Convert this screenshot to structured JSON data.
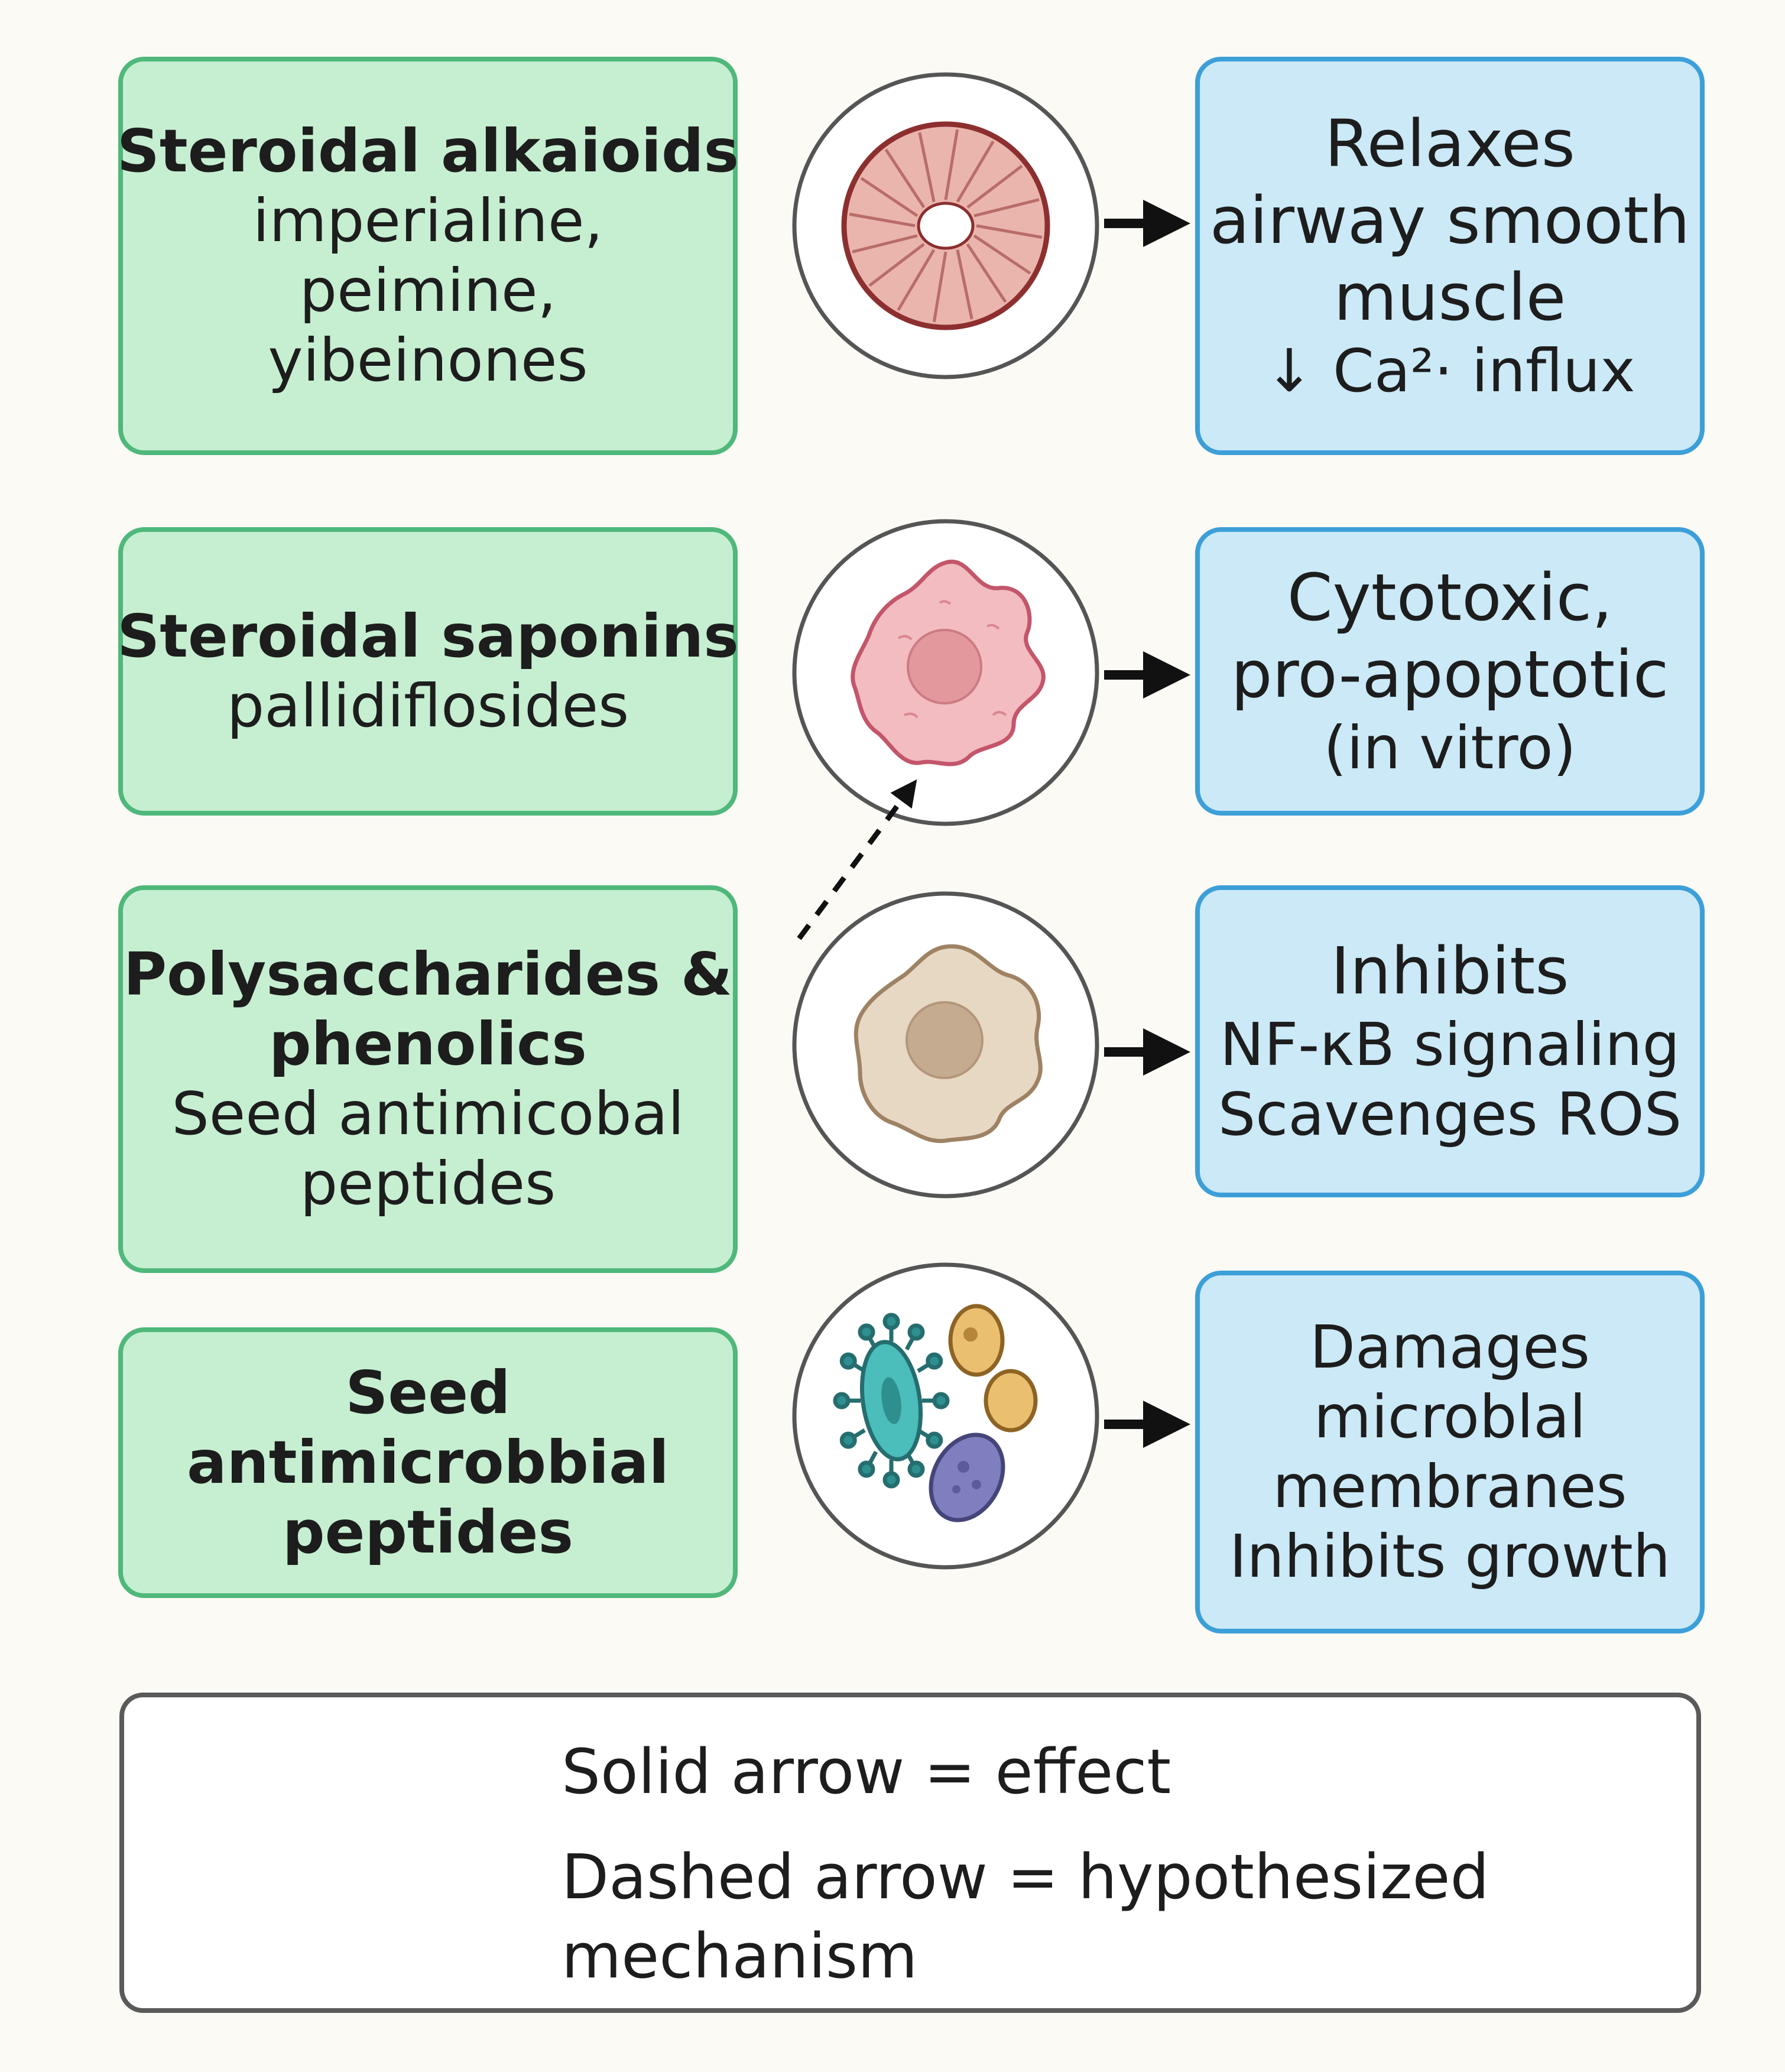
{
  "rows": [
    {
      "compound": {
        "lines": [
          "Steroidal alkaioids",
          "imperialine,",
          "peimine,",
          "yibeinones"
        ]
      },
      "icon": "airway-cross-section-icon",
      "effect": {
        "lines": [
          "Relaxes",
          "airway smooth",
          "muscle",
          "↓ Ca²· influx"
        ]
      }
    },
    {
      "compound": {
        "lines": [
          "Steroidal saponins",
          "pallidiflosides"
        ]
      },
      "icon": "tumor-cell-icon",
      "effect": {
        "lines": [
          "Cytotoxic,",
          "pro-apoptotic",
          "(in vitro)"
        ]
      }
    },
    {
      "compound": {
        "lines": [
          "Polysaccharides &",
          "phenolics",
          "Seed antimicobal",
          "peptides"
        ]
      },
      "icon": "immune-cell-icon",
      "effect": {
        "lines": [
          "Inhibits",
          "NF-κB signaling",
          "Scavenges ROS"
        ]
      }
    },
    {
      "compound": {
        "lines": [
          "Seed",
          "antimicrobbial",
          "peptides"
        ]
      },
      "icon": "microbes-icon",
      "effect": {
        "lines": [
          "Damages",
          "microblal",
          "membranes",
          "Inhibits growth"
        ]
      }
    }
  ],
  "legend": {
    "solid": "Solid arrow = effect",
    "dashed_1": "Dashed arrow = hypothesized",
    "dashed_2": "mechanism"
  },
  "colors": {
    "compound_fill": "#c6efd1",
    "compound_border": "#4fb87a",
    "effect_fill": "#cbe9f7",
    "effect_border": "#3d9fd8",
    "arrow": "#111111"
  }
}
